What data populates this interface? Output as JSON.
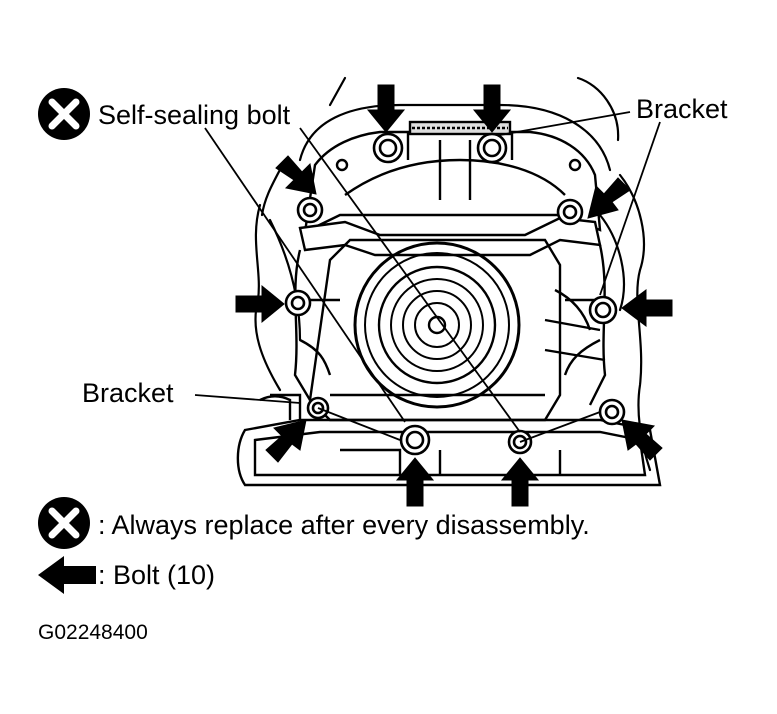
{
  "callouts": {
    "self_sealing_bolt": "Self-sealing bolt",
    "bracket_right": "Bracket",
    "bracket_left": "Bracket"
  },
  "legend": {
    "replace_symbol_text": ": Always replace after every disassembly.",
    "bolt_symbol_text": ": Bolt (10)"
  },
  "figure_id": "G02248400",
  "icons": {
    "replace_symbol": "x-circle-icon",
    "bolt_symbol": "arrow-left-icon"
  },
  "colors": {
    "ink": "#000000",
    "paper": "#ffffff"
  }
}
